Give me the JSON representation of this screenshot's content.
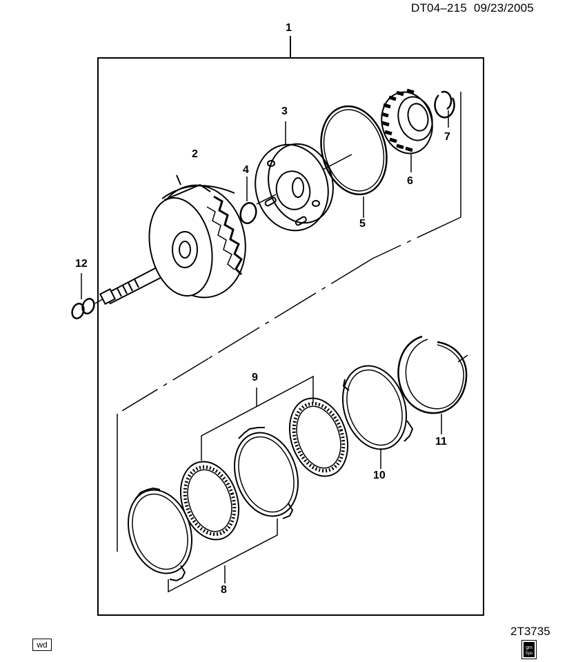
{
  "header": {
    "doc_id": "DT04–215",
    "date": "09/23/2005"
  },
  "footer": {
    "code": "2T3735",
    "badge_left": "wd",
    "badge_right_lines": [
      "gm",
      "Spo"
    ]
  },
  "callouts": [
    {
      "id": "1",
      "label": "1"
    },
    {
      "id": "2",
      "label": "2"
    },
    {
      "id": "3",
      "label": "3"
    },
    {
      "id": "4",
      "label": "4"
    },
    {
      "id": "5",
      "label": "5"
    },
    {
      "id": "6",
      "label": "6"
    },
    {
      "id": "7",
      "label": "7"
    },
    {
      "id": "8",
      "label": "8"
    },
    {
      "id": "9",
      "label": "9"
    },
    {
      "id": "10",
      "label": "10"
    },
    {
      "id": "11",
      "label": "11"
    },
    {
      "id": "12",
      "label": "12"
    }
  ]
}
